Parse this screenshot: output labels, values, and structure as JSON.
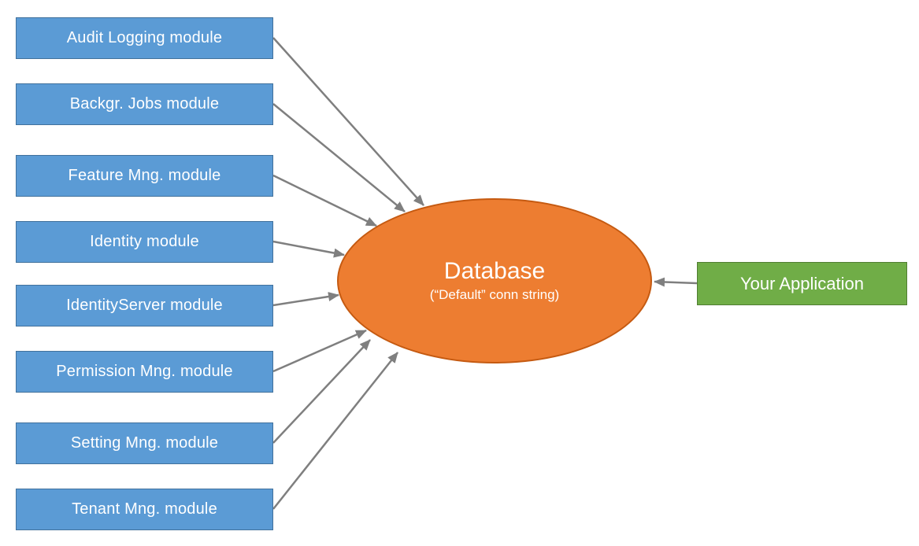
{
  "diagram": {
    "modules": [
      {
        "label": "Audit Logging module"
      },
      {
        "label": "Backgr. Jobs module"
      },
      {
        "label": "Feature Mng. module"
      },
      {
        "label": "Identity module"
      },
      {
        "label": "IdentityServer module"
      },
      {
        "label": "Permission Mng. module"
      },
      {
        "label": "Setting Mng. module"
      },
      {
        "label": "Tenant Mng. module"
      }
    ],
    "database": {
      "title": "Database",
      "subtitle": "(“Default” conn string)"
    },
    "application": {
      "label": "Your Application"
    },
    "colors": {
      "module_fill": "#5B9BD5",
      "module_border": "#41719C",
      "database_fill": "#ED7D31",
      "database_border": "#C55A11",
      "application_fill": "#70AD47",
      "application_border": "#507E32",
      "arrow": "#7F7F7F",
      "text": "#FFFFFF"
    }
  }
}
